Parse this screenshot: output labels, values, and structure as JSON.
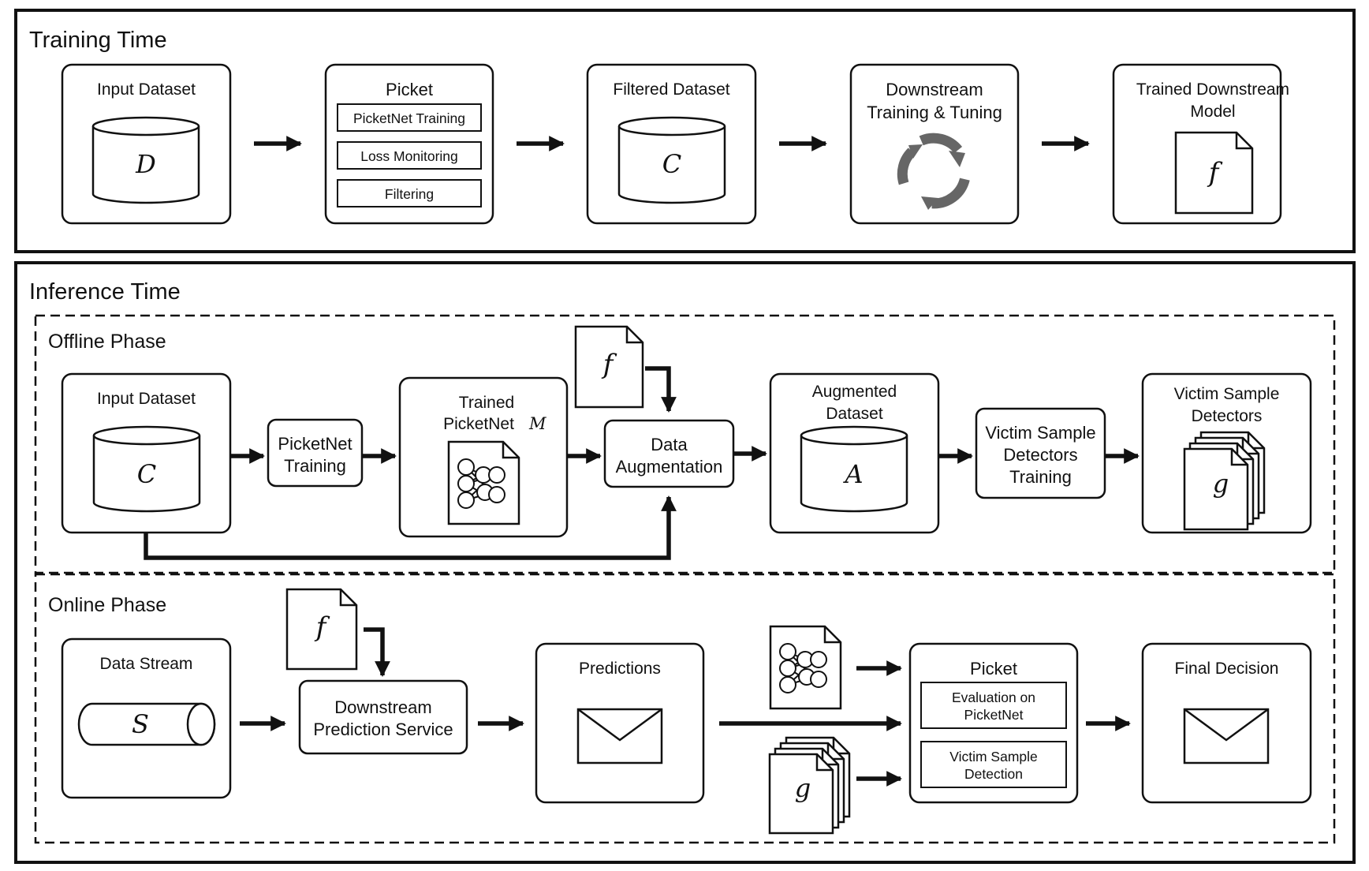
{
  "training": {
    "title": "Training Time",
    "input_dataset": {
      "label": "Input Dataset",
      "symbol": "D"
    },
    "picket": {
      "title": "Picket",
      "steps": [
        "PicketNet Training",
        "Loss Monitoring",
        "Filtering"
      ]
    },
    "filtered_dataset": {
      "label": "Filtered Dataset",
      "symbol": "C"
    },
    "downstream": {
      "line1": "Downstream",
      "line2": "Training & Tuning"
    },
    "trained_model": {
      "line1": "Trained Downstream",
      "line2": "Model",
      "symbol": "f"
    }
  },
  "inference": {
    "title": "Inference Time",
    "offline": {
      "title": "Offline Phase",
      "input_dataset": {
        "label": "Input Dataset",
        "symbol": "C"
      },
      "picketnet_training": {
        "line1": "PicketNet",
        "line2": "Training"
      },
      "trained_picketnet": {
        "line1": "Trained",
        "line2": "PicketNet",
        "symbol": "M"
      },
      "model_doc": {
        "symbol": "f"
      },
      "data_augmentation": {
        "line1": "Data",
        "line2": "Augmentation"
      },
      "augmented_dataset": {
        "line1": "Augmented",
        "line2": "Dataset",
        "symbol": "A"
      },
      "detectors_training": {
        "line1": "Victim Sample",
        "line2": "Detectors",
        "line3": "Training"
      },
      "detectors": {
        "line1": "Victim Sample",
        "line2": "Detectors",
        "symbol": "g"
      }
    },
    "online": {
      "title": "Online Phase",
      "data_stream": {
        "label": "Data Stream",
        "symbol": "S"
      },
      "model_doc": {
        "symbol": "f"
      },
      "prediction_service": {
        "line1": "Downstream",
        "line2": "Prediction Service"
      },
      "predictions": {
        "label": "Predictions"
      },
      "detectors_doc": {
        "symbol": "g"
      },
      "picket": {
        "title": "Picket",
        "eval1": "Evaluation on",
        "eval2": "PicketNet",
        "det1": "Victim Sample",
        "det2": "Detection"
      },
      "final_decision": {
        "label": "Final Decision"
      }
    }
  }
}
